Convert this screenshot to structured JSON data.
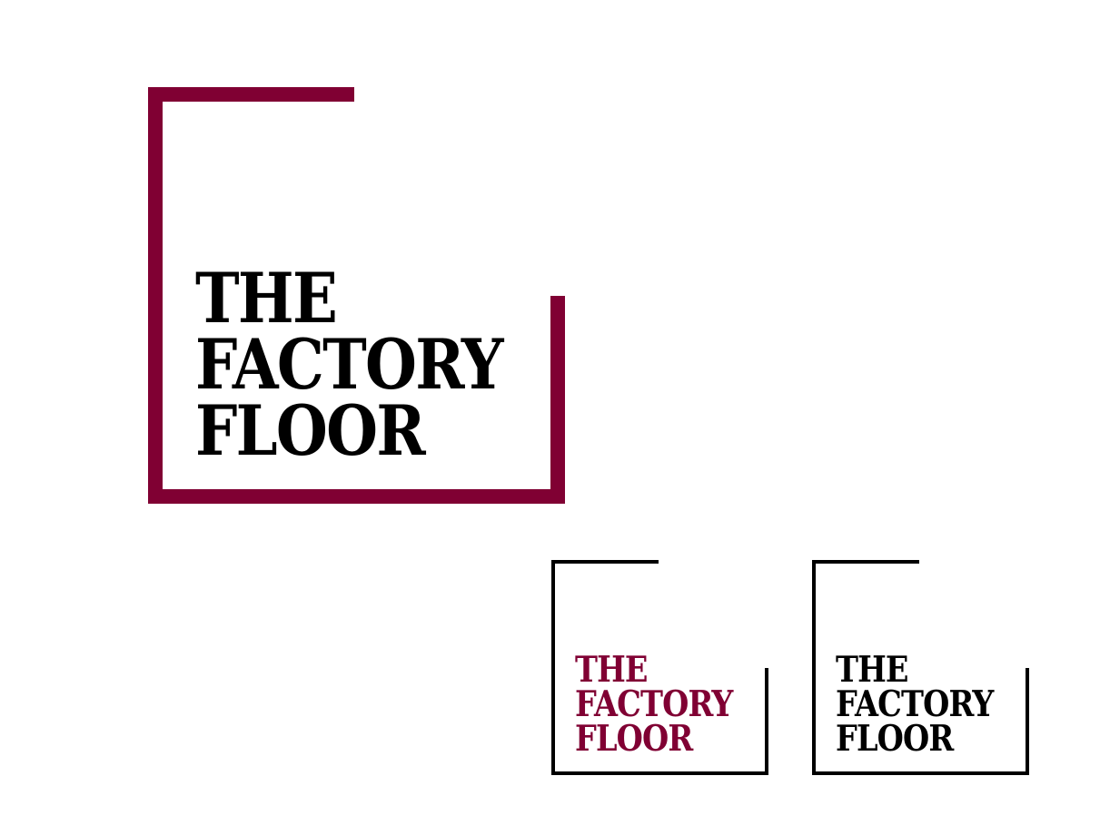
{
  "colors": {
    "brand": "#800033",
    "ink": "#000000",
    "background": "#ffffff"
  },
  "logos": [
    {
      "variant": "primary",
      "frame_color": "#800033",
      "text_color": "#000000",
      "lines": [
        "THE",
        "FACTORY",
        "FLOOR"
      ]
    },
    {
      "variant": "accent-text",
      "frame_color": "#000000",
      "text_color": "#800033",
      "lines": [
        "THE",
        "FACTORY",
        "FLOOR"
      ]
    },
    {
      "variant": "monochrome",
      "frame_color": "#000000",
      "text_color": "#000000",
      "lines": [
        "THE",
        "FACTORY",
        "FLOOR"
      ]
    }
  ]
}
